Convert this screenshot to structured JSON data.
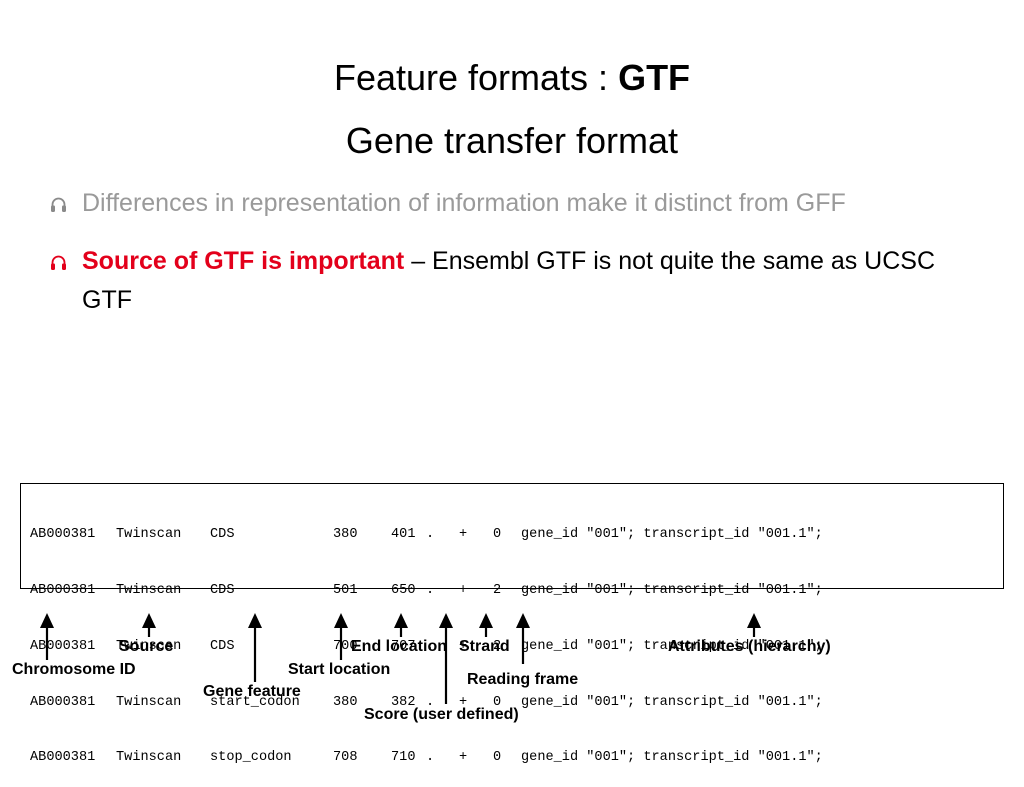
{
  "title": {
    "main_prefix": "Feature formats : ",
    "main_bold": "GTF",
    "subtitle": "Gene transfer format"
  },
  "bullets": [
    {
      "text": "Differences in representation of information make it distinct from GFF",
      "icon": "headphones-icon"
    },
    {
      "highlight": "Source of GTF is important",
      "rest": " – Ensembl GTF is not quite the same as UCSC GTF",
      "icon": "headphones-icon",
      "highlight_color": "#e3001b"
    }
  ],
  "gtf_rows": [
    [
      "AB000381",
      "Twinscan",
      "CDS",
      "380",
      "401",
      ".",
      "+",
      "0",
      "gene_id \"001\"; transcript_id \"001.1\";"
    ],
    [
      "AB000381",
      "Twinscan",
      "CDS",
      "501",
      "650",
      ".",
      "+",
      "2",
      "gene_id \"001\"; transcript_id \"001.1\";"
    ],
    [
      "AB000381",
      "Twinscan",
      "CDS",
      "700",
      "707",
      ".",
      "+",
      "2",
      "gene_id \"001\"; transcript_id \"001.1\";"
    ],
    [
      "AB000381",
      "Twinscan",
      "start_codon",
      "380",
      "382",
      ".",
      "+",
      "0",
      "gene_id \"001\"; transcript_id \"001.1\";"
    ],
    [
      "AB000381",
      "Twinscan",
      "stop_codon",
      "708",
      "710",
      ".",
      "+",
      "0",
      "gene_id \"001\"; transcript_id \"001.1\";"
    ]
  ],
  "labels": {
    "source": "Source",
    "chromosome_id": "Chromosome ID",
    "gene_feature": "Gene feature",
    "start_location": "Start location",
    "end_location": "End location",
    "strand": "Strand",
    "score": "Score (user defined)",
    "reading_frame": "Reading frame",
    "attributes": "Attributes (hierarchy)"
  }
}
